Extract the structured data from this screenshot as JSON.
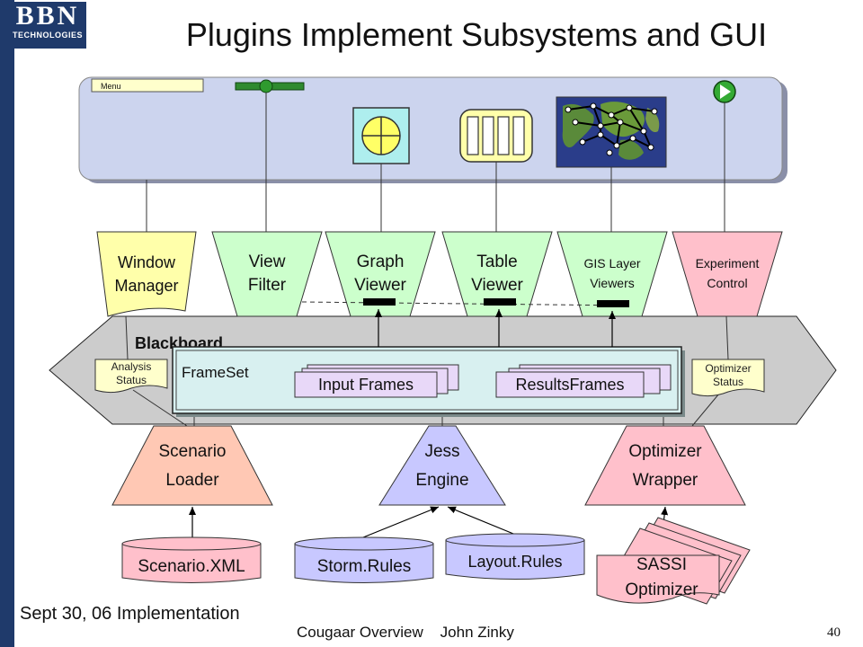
{
  "title": "Plugins Implement Subsystems and GUI",
  "logo": {
    "line1": "BBN",
    "line2": "TECHNOLOGIES"
  },
  "gui": {
    "menu_label": "Menu"
  },
  "plugins": [
    {
      "id": "window-manager",
      "lines": [
        "Window",
        "Manager"
      ],
      "color": "#ffffaa"
    },
    {
      "id": "view-filter",
      "lines": [
        "View",
        "Filter"
      ],
      "color": "#ccffcc"
    },
    {
      "id": "graph-viewer",
      "lines": [
        "Graph",
        "Viewer"
      ],
      "color": "#ccffcc"
    },
    {
      "id": "table-viewer",
      "lines": [
        "Table",
        "Viewer"
      ],
      "color": "#ccffcc"
    },
    {
      "id": "gis-layer-viewers",
      "lines": [
        "GIS Layer",
        "Viewers"
      ],
      "color": "#ccffcc"
    },
    {
      "id": "experiment-control",
      "lines": [
        "Experiment",
        "Control"
      ],
      "color": "#ffc0cb"
    }
  ],
  "blackboard": {
    "label": "Blackboard",
    "frameset_label": "FrameSet",
    "input_frames": "Input Frames",
    "results_frames": "ResultsFrames",
    "analysis_status": [
      "Analysis",
      "Status"
    ],
    "optimizer_status": [
      "Optimizer",
      "Status"
    ]
  },
  "subsystems": [
    {
      "id": "scenario-loader",
      "lines": [
        "Scenario",
        "Loader"
      ],
      "color": "#ffc8b4"
    },
    {
      "id": "jess-engine",
      "lines": [
        "Jess",
        "Engine"
      ],
      "color": "#c8c8ff"
    },
    {
      "id": "optimizer-wrapper",
      "lines": [
        "Optimizer",
        "Wrapper"
      ],
      "color": "#ffc0cb"
    }
  ],
  "sources": {
    "scenario_xml": "Scenario.XML",
    "storm_rules": "Storm.Rules",
    "layout_rules": "Layout.Rules",
    "sassi_optimizer": [
      "SASSI",
      "Optimizer"
    ]
  },
  "colors": {
    "blackboard": "#cccccc",
    "frameset": "#d8f0f0",
    "gui_panel": "#ccd4ee",
    "brand": "#1f3a6b"
  },
  "footer": {
    "date_note": "Sept 30, 06 Implementation",
    "center": "Cougaar Overview    John Zinky",
    "page": "40"
  }
}
